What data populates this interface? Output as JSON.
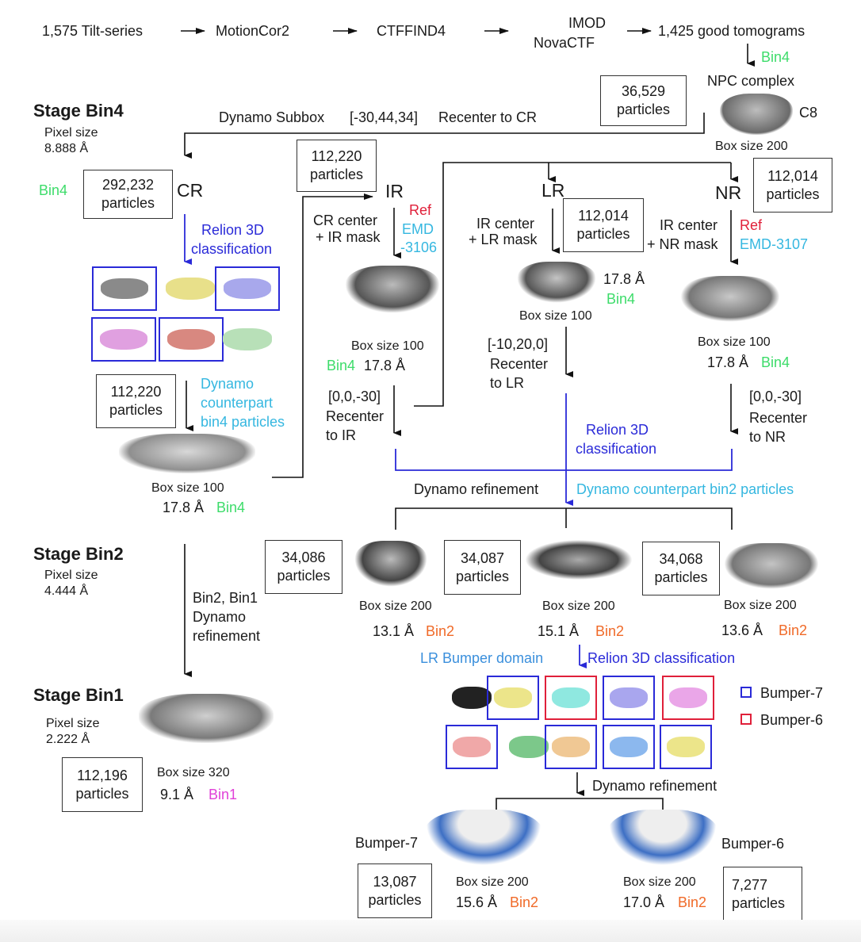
{
  "pipeline": {
    "tilt_series": "1,575  Tilt-series",
    "motioncor": "MotionCor2",
    "ctffind": "CTFFIND4",
    "imod_line1": "IMOD",
    "imod_line2": "NovaCTF",
    "good_tomograms": "1,425 good tomograms",
    "bin4": "Bin4"
  },
  "npc": {
    "title": "NPC complex",
    "symmetry": "C8",
    "box_size": "Box size 200",
    "particles_count": "36,529",
    "particles_label": "particles"
  },
  "subbox": {
    "label": "Dynamo Subbox",
    "coords": "[-30,44,34]",
    "recenter": "Recenter to CR"
  },
  "stages": {
    "bin4": {
      "title": "Stage Bin4",
      "pixel_label": "Pixel size",
      "pixel_value": "8.888 Å"
    },
    "bin2": {
      "title": "Stage Bin2",
      "pixel_label": "Pixel size",
      "pixel_value": "4.444 Å"
    },
    "bin1": {
      "title": "Stage Bin1",
      "pixel_label": "Pixel size",
      "pixel_value": "2.222 Å"
    }
  },
  "cr": {
    "bin_tag": "Bin4",
    "count": "292,232",
    "particles_label": "particles",
    "name": "CR",
    "relion_line1": "Relion 3D",
    "relion_line2": "classification",
    "selected_count": "112,220",
    "dynamo_line1": "Dynamo",
    "dynamo_line2": "counterpart",
    "dynamo_line3": "bin4 particles",
    "box_size": "Box size 100",
    "resolution": "17.8 Å",
    "res_bin": "Bin4"
  },
  "ir": {
    "count": "112,220",
    "particles_label": "particles",
    "name": "IR",
    "center_line1": "CR center",
    "center_line2": "+ IR mask",
    "ref": "Ref",
    "emd_line1": "EMD",
    "emd_line2": "-3106",
    "box_size": "Box size 100",
    "res_bin": "Bin4",
    "resolution": "17.8 Å",
    "shift": "[0,0,-30]",
    "recenter_line1": "Recenter",
    "recenter_line2": "to IR"
  },
  "lr": {
    "name": "LR",
    "center_line1": "IR center",
    "center_line2": "+ LR mask",
    "count": "112,014",
    "particles_label": "particles",
    "resolution": "17.8 Å",
    "res_bin": "Bin4",
    "box_size": "Box size 100",
    "shift": "[-10,20,0]",
    "recenter_line1": "Recenter",
    "recenter_line2": "to LR"
  },
  "nr": {
    "name": "NR",
    "count": "112,014",
    "particles_label": "particles",
    "center_line1": "IR center",
    "center_line2": "+ NR mask",
    "ref": "Ref",
    "emd": "EMD-3107",
    "box_size": "Box size 100",
    "resolution": "17.8 Å",
    "res_bin": "Bin4",
    "shift": "[0,0,-30]",
    "recenter_line1": "Recenter",
    "recenter_line2": "to NR"
  },
  "merge": {
    "relion_line1": "Relion 3D",
    "relion_line2": "classification",
    "dynamo_refinement": "Dynamo refinement",
    "dynamo_counterpart": "Dynamo counterpart bin2 particles"
  },
  "bin2_results": [
    {
      "count": "34,086",
      "particles_label": "particles",
      "box_size": "Box size 200",
      "resolution": "13.1 Å",
      "bin": "Bin2"
    },
    {
      "count": "34,087",
      "particles_label": "particles",
      "box_size": "Box size 200",
      "resolution": "15.1 Å",
      "bin": "Bin2"
    },
    {
      "count": "34,068",
      "particles_label": "particles",
      "box_size": "Box size 200",
      "resolution": "13.6 Å",
      "bin": "Bin2"
    }
  ],
  "bin2_to_bin1": {
    "line1": "Bin2, Bin1",
    "line2": "Dynamo",
    "line3": "refinement"
  },
  "bin1_result": {
    "count": "112,196",
    "particles_label": "particles",
    "box_size": "Box size 320",
    "resolution": "9.1 Å",
    "bin": "Bin1"
  },
  "bumper": {
    "domain_label": "LR Bumper domain",
    "relion": "Relion 3D classification",
    "legend": [
      {
        "label": "Bumper-7",
        "color": "#2a2ad8"
      },
      {
        "label": "Bumper-6",
        "color": "#e0203a"
      }
    ],
    "classes_row1": [
      {
        "color": "#222222",
        "frame": "none"
      },
      {
        "color": "#ece58a",
        "frame": "blue"
      },
      {
        "color": "#8fe8e0",
        "frame": "red"
      },
      {
        "color": "#a9a6ee",
        "frame": "blue"
      },
      {
        "color": "#eaa6e8",
        "frame": "red"
      }
    ],
    "classes_row2": [
      {
        "color": "#f0a8a8",
        "frame": "blue"
      },
      {
        "color": "#7cc88a",
        "frame": "none"
      },
      {
        "color": "#f0c894",
        "frame": "blue"
      },
      {
        "color": "#8cb8ee",
        "frame": "blue"
      },
      {
        "color": "#ece58a",
        "frame": "blue"
      }
    ],
    "refinement": "Dynamo refinement",
    "results": [
      {
        "name": "Bumper-7",
        "count": "13,087",
        "particles_label": "particles",
        "box_size": "Box size 200",
        "resolution": "15.6 Å",
        "bin": "Bin2"
      },
      {
        "name": "Bumper-6",
        "count": "7,277",
        "particles_label": "particles",
        "box_size": "Box size 200",
        "resolution": "17.0 Å",
        "bin": "Bin2"
      }
    ]
  },
  "cr_classes": [
    {
      "color": "#8a8a8a",
      "frame": "blue"
    },
    {
      "color": "#e8e08a",
      "frame": "none"
    },
    {
      "color": "#a8a8ec",
      "frame": "blue"
    },
    {
      "color": "#e0a0e0",
      "frame": "blue"
    },
    {
      "color": "#d88880",
      "frame": "blue"
    },
    {
      "color": "#b8e0b8",
      "frame": "none"
    }
  ]
}
